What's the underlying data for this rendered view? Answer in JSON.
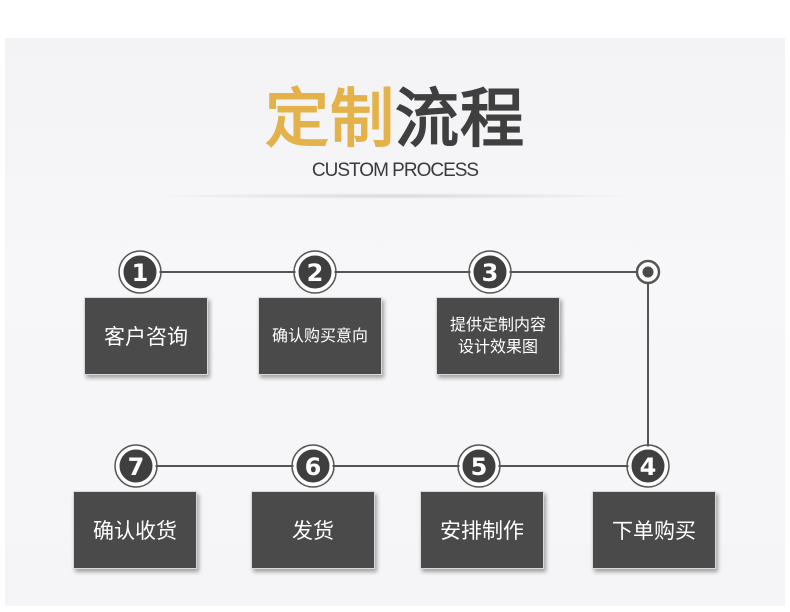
{
  "header": {
    "title_part1": "定制",
    "title_part2": "流程",
    "subtitle": "CUSTOM PROCESS"
  },
  "steps": [
    {
      "number": "1",
      "lines": [
        "客户咨询"
      ]
    },
    {
      "number": "2",
      "lines": [
        "确认购买意向"
      ]
    },
    {
      "number": "3",
      "lines": [
        "提供定制内容",
        "设计效果图"
      ]
    },
    {
      "number": "4",
      "lines": [
        "下单购买"
      ]
    },
    {
      "number": "5",
      "lines": [
        "安排制作"
      ]
    },
    {
      "number": "6",
      "lines": [
        "发货"
      ]
    },
    {
      "number": "7",
      "lines": [
        "确认收货"
      ]
    }
  ],
  "colors": {
    "accent_gold": "#e3b24a",
    "title_dark": "#3f3f3f",
    "box_fill": "#4a4a4a",
    "line": "#555555"
  }
}
